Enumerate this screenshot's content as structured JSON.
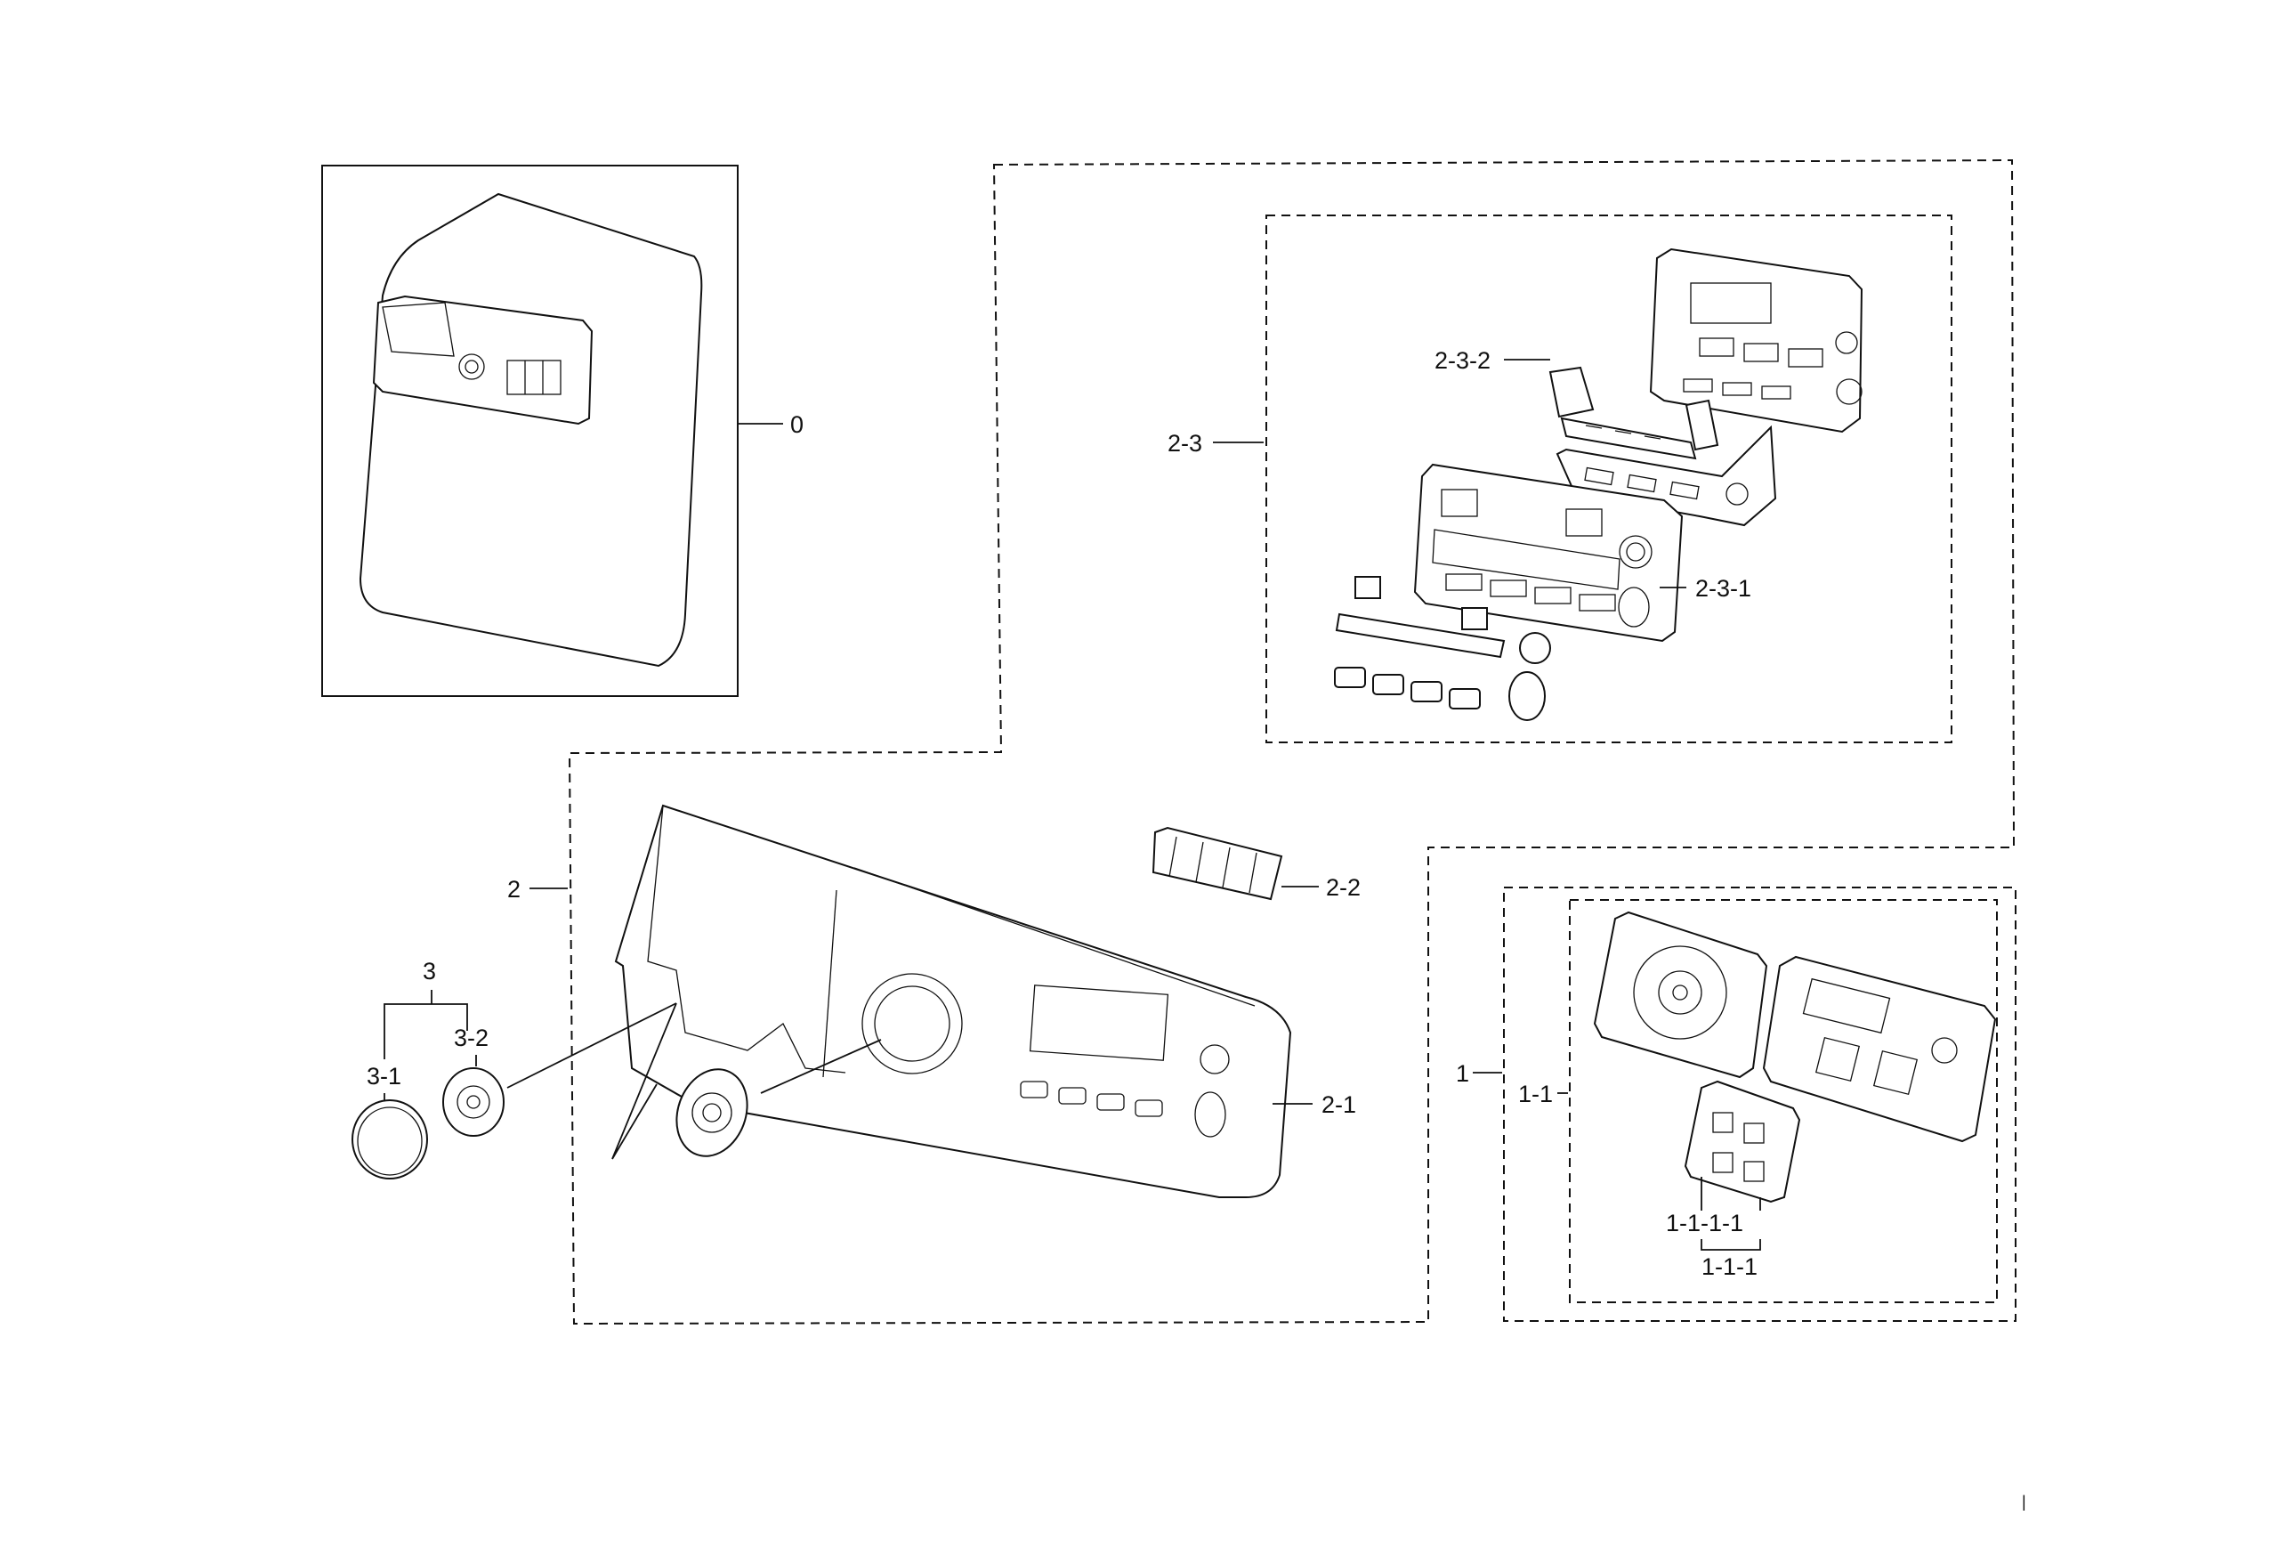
{
  "diagram": {
    "labels": {
      "l0": "0",
      "l1": "1",
      "l1_1": "1-1",
      "l1_1_1_a": "1-1-1-1",
      "l1_1_1_b": "1-1-1",
      "l2": "2",
      "l2_1": "2-1",
      "l2_2": "2-2",
      "l2_3": "2-3",
      "l2_3_1": "2-3-1",
      "l2_3_2": "2-3-2",
      "l3": "3",
      "l3_1": "3-1",
      "l3_2": "3-2"
    },
    "corner_mark": "|"
  }
}
